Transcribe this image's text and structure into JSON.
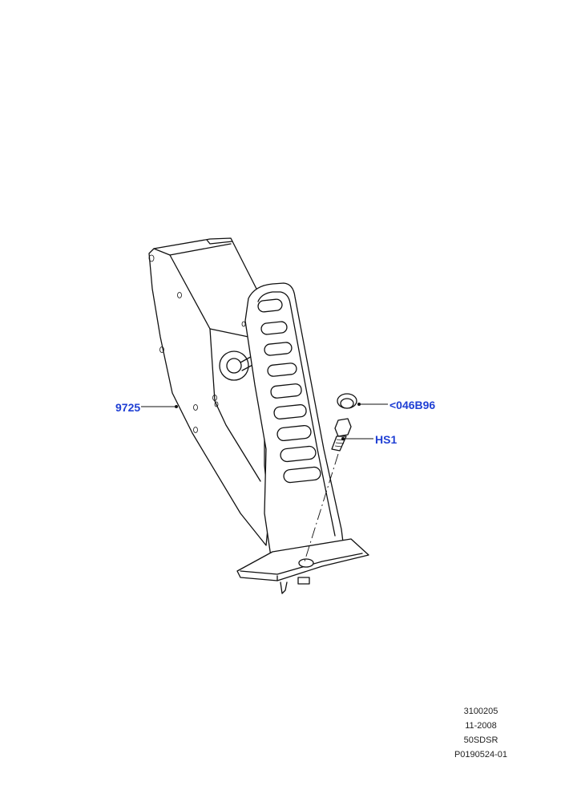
{
  "callouts": {
    "pedal": "9725",
    "plug": "<046B96",
    "bolt": "HS1"
  },
  "info": {
    "line1": "3100205",
    "line2": "11-2008",
    "line3": "50SDSR",
    "line4": "P0190524-01"
  },
  "colors": {
    "callout": "#1f3fd4",
    "line": "#111111"
  }
}
